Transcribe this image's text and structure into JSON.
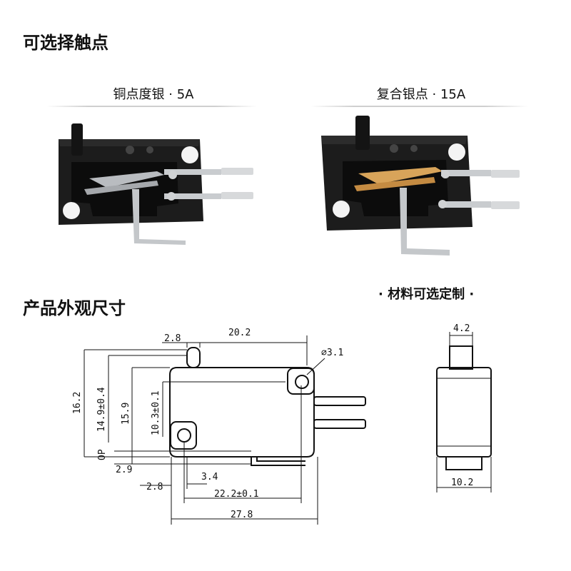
{
  "sections": {
    "contacts_title": "可选择触点",
    "dimensions_title": "产品外观尺寸",
    "custom_note": "· 材料可选定制 ·"
  },
  "photos": [
    {
      "caption": "铜点度银 · 5A",
      "contact_color": "#b9bcc0"
    },
    {
      "caption": "复合银点 · 15A",
      "contact_color": "#d8a45a"
    }
  ],
  "diagram": {
    "top_pin_width": "2.8",
    "body_length": "20.2",
    "hole_diameter": "⌀3.1",
    "height_total": "16.2",
    "height_lever": "14.9±0.4",
    "height_body": "15.9",
    "height_hole": "10.3±0.1",
    "op_label": "OP",
    "bottom_offset": "2.9",
    "hole_offset": "3.4",
    "left_offset": "2.8",
    "hole_spacing": "22.2±0.1",
    "total_length": "27.8",
    "side_top_width": "4.2",
    "side_width": "10.2"
  }
}
